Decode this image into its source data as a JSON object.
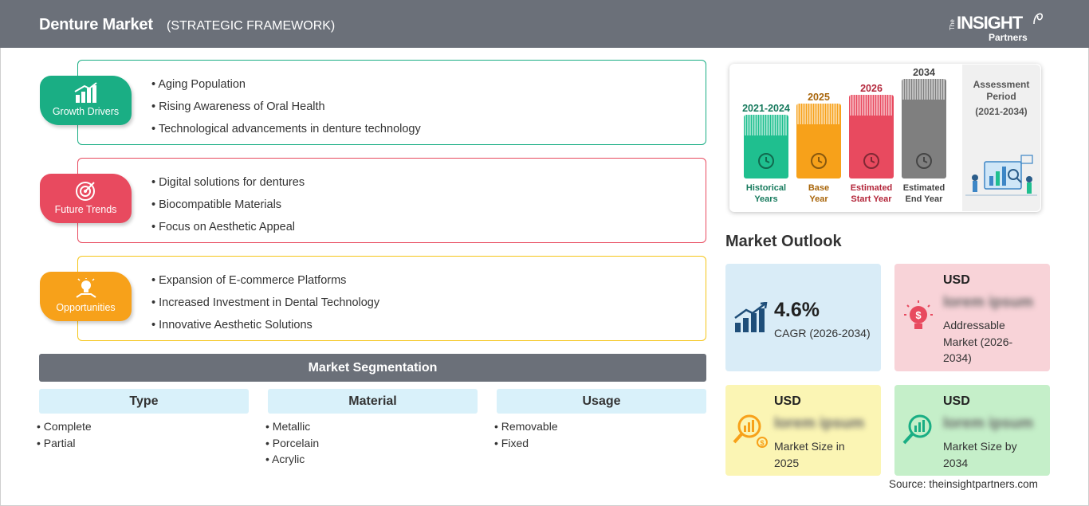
{
  "header": {
    "title": "Denture Market",
    "subtitle": "(STRATEGIC FRAMEWORK)"
  },
  "logo": {
    "the": "The",
    "insight": "INSIGHT",
    "partners": "Partners"
  },
  "framework": [
    {
      "label": "Growth Drivers",
      "color": "#1aae84",
      "border": "#1aae84",
      "icon": "growth-chart-icon",
      "items": [
        "Aging Population",
        "Rising Awareness of Oral Health",
        "Technological advancements in denture technology"
      ]
    },
    {
      "label": "Future Trends",
      "color": "#e84a5f",
      "border": "#e84a5f",
      "icon": "target-icon",
      "items": [
        "Digital solutions for dentures",
        "Biocompatible Materials",
        "Focus on Aesthetic Appeal"
      ]
    },
    {
      "label": "Opportunities",
      "color": "#f7a11a",
      "border": "#f5c518",
      "icon": "lightbulb-hand-icon",
      "items": [
        "Expansion of E-commerce Platforms",
        "Increased Investment in Dental Technology",
        "Innovative Aesthetic Solutions"
      ]
    }
  ],
  "segmentation": {
    "title": "Market Segmentation",
    "columns": [
      {
        "head": "Type",
        "items": [
          "Complete",
          "Partial"
        ]
      },
      {
        "head": "Material",
        "items": [
          "Metallic",
          "Porcelain",
          "Acrylic"
        ]
      },
      {
        "head": "Usage",
        "items": [
          "Removable",
          "Fixed"
        ]
      }
    ]
  },
  "period": {
    "bars": [
      {
        "year": "2021-2024",
        "label": [
          "Historical",
          "Years"
        ],
        "color": "#1fbf8f",
        "text": "#167a5d"
      },
      {
        "year": "2025",
        "label": [
          "Base",
          "Year"
        ],
        "color": "#f7a11a",
        "text": "#a8650a"
      },
      {
        "year": "2026",
        "label": [
          "Estimated",
          "Start Year"
        ],
        "color": "#e84a5f",
        "text": "#b3263a"
      },
      {
        "year": "2034",
        "label": [
          "Estimated",
          "End Year"
        ],
        "color": "#7f7f7f",
        "text": "#444444"
      }
    ],
    "assessment_title": "Assessment Period",
    "assessment_range": "(2021-2034)"
  },
  "outlook": {
    "title": "Market Outlook",
    "cagr": {
      "value": "4.6%",
      "label": "CAGR (2026-2034)",
      "bg": "#d9ecf7"
    },
    "addressable": {
      "usd": "USD",
      "value": "lorem ipsum",
      "label": "Addressable Market (2026-2034)",
      "bg": "#f8d3d8"
    },
    "size2025": {
      "usd": "USD",
      "value": "lorem ipsum",
      "label": "Market Size in 2025",
      "bg": "#fbf5b4"
    },
    "size2034": {
      "usd": "USD",
      "value": "lorem ipsum",
      "label": "Market Size by 2034",
      "bg": "#c5efc9"
    }
  },
  "source": "Source: theinsightpartners.com"
}
